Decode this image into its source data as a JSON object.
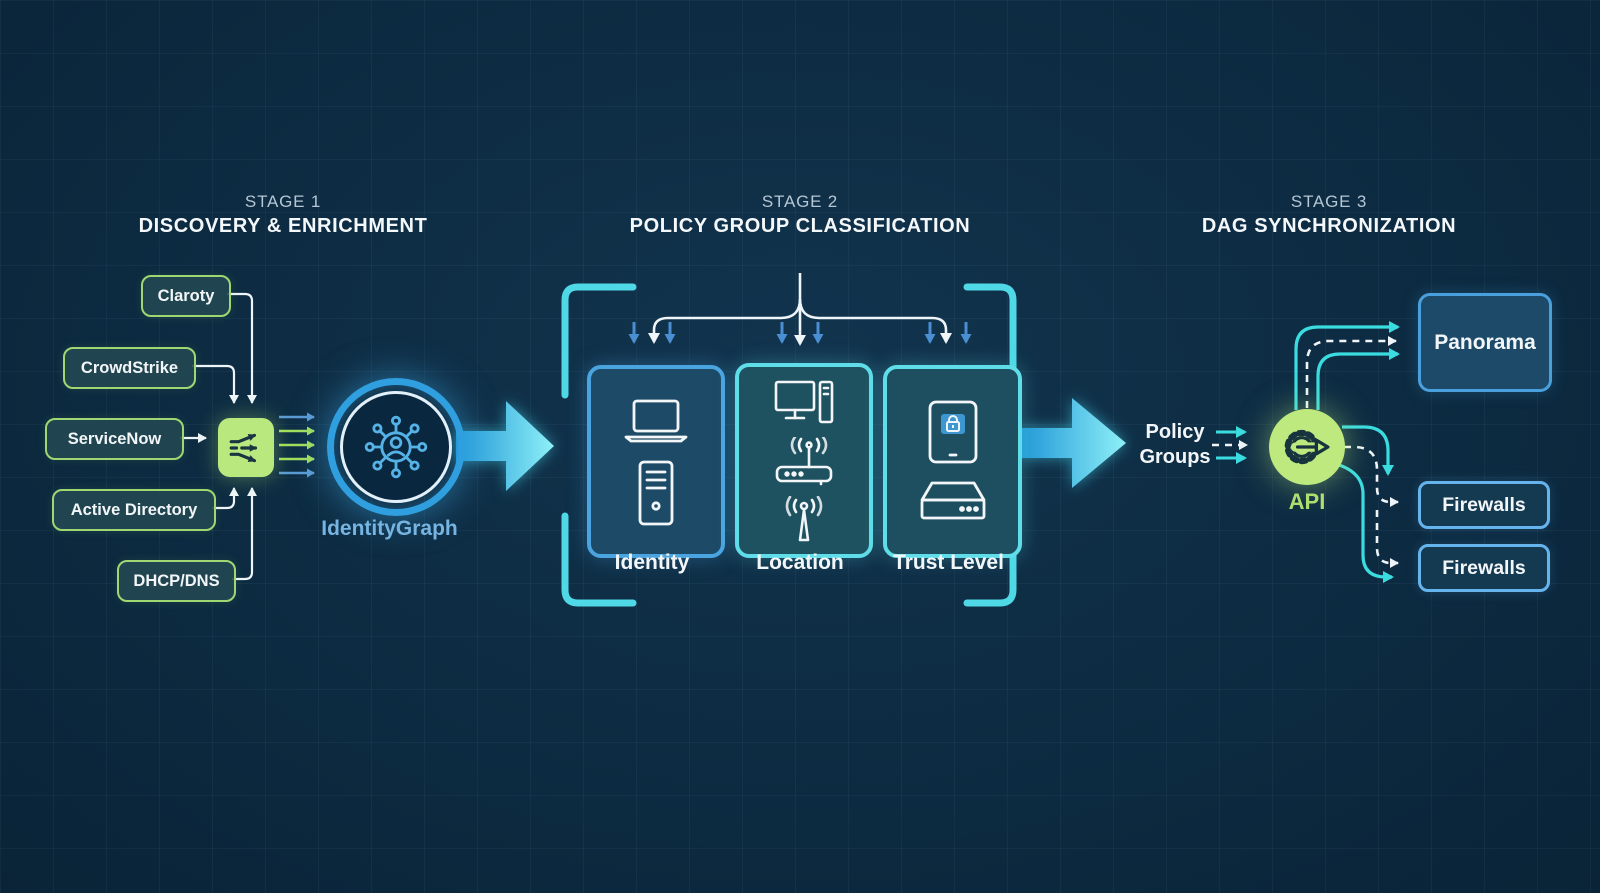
{
  "stages": [
    {
      "label": "STAGE 1",
      "title": "DISCOVERY & ENRICHMENT"
    },
    {
      "label": "STAGE 2",
      "title": "POLICY GROUP CLASSIFICATION"
    },
    {
      "label": "STAGE 3",
      "title": "DAG SYNCHRONIZATION"
    }
  ],
  "stage1": {
    "sources": [
      {
        "label": "Claroty"
      },
      {
        "label": "CrowdStrike"
      },
      {
        "label": "ServiceNow"
      },
      {
        "label": "Active Directory"
      },
      {
        "label": "DHCP/DNS"
      }
    ],
    "graph_label": "IdentityGraph"
  },
  "stage2": {
    "cards": [
      {
        "label": "Identity",
        "icons": [
          "laptop-icon",
          "server-tower-icon"
        ]
      },
      {
        "label": "Location",
        "icons": [
          "desktop-pc-icon",
          "wifi-router-icon",
          "antenna-icon"
        ]
      },
      {
        "label": "Trust Level",
        "icons": [
          "tablet-lock-icon",
          "appliance-icon"
        ]
      }
    ]
  },
  "stage3": {
    "policy_groups": {
      "line1": "Policy",
      "line2": "Groups"
    },
    "api_label": "API",
    "panorama_label": "Panorama",
    "firewall1_label": "Firewalls",
    "firewall2_label": "Firewalls"
  },
  "colors": {
    "background": "#0c2a40",
    "green_accent": "#9fd873",
    "merge_green": "#b9e87e",
    "cyan_accent": "#43dce4",
    "blue_accent": "#4a9fd8",
    "small_arrow_green": "#a3e05c",
    "small_arrow_blue": "#5b9bd5",
    "white": "#f2f6f8"
  }
}
